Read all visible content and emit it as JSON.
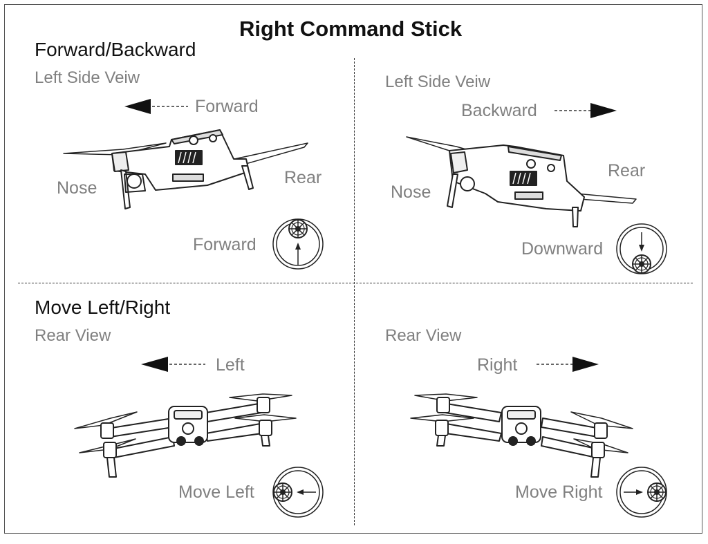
{
  "title": "Right Command Stick",
  "top_left": {
    "heading": "Forward/Backward",
    "view": "Left Side Veiw",
    "direction": "Forward",
    "nose": "Nose",
    "rear": "Rear",
    "stick": "Forward"
  },
  "top_right": {
    "view": "Left Side Veiw",
    "direction": "Backward",
    "nose": "Nose",
    "rear": "Rear",
    "stick": "Downward"
  },
  "bottom_left": {
    "heading": "Move Left/Right",
    "view": "Rear View",
    "direction": "Left",
    "stick": "Move Left"
  },
  "bottom_right": {
    "view": "Rear View",
    "direction": "Right",
    "stick": "Move Right"
  },
  "colors": {
    "text": "#111111",
    "gray_text": "#808080",
    "line": "#333333"
  }
}
